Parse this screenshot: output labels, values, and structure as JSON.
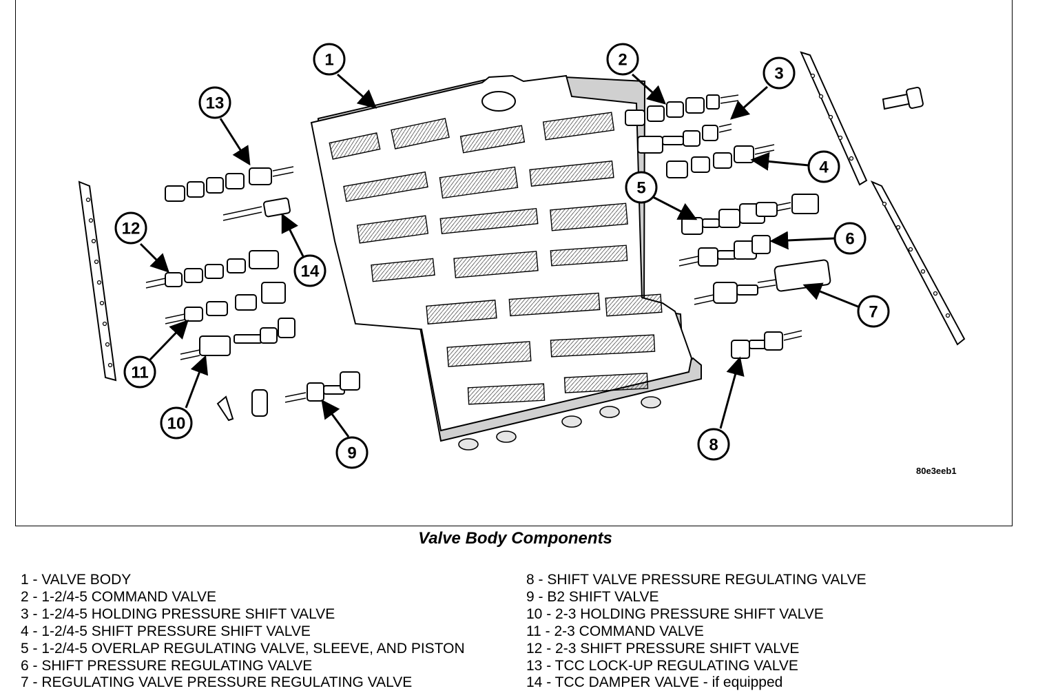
{
  "figure": {
    "caption": "Valve Body Components",
    "code": "80e3eeb1",
    "callouts": [
      "1",
      "2",
      "3",
      "4",
      "5",
      "6",
      "7",
      "8",
      "9",
      "10",
      "11",
      "12",
      "13",
      "14"
    ]
  },
  "legend": {
    "left": [
      "1 - VALVE BODY",
      "2 - 1-2/4-5 COMMAND VALVE",
      "3 - 1-2/4-5 HOLDING PRESSURE SHIFT VALVE",
      "4 - 1-2/4-5 SHIFT PRESSURE SHIFT VALVE",
      "5 - 1-2/4-5 OVERLAP REGULATING VALVE, SLEEVE, AND PISTON",
      "6 - SHIFT PRESSURE REGULATING VALVE",
      "7 - REGULATING VALVE PRESSURE REGULATING VALVE"
    ],
    "right": [
      "8 - SHIFT VALVE PRESSURE REGULATING VALVE",
      "9 - B2 SHIFT VALVE",
      "10 - 2-3 HOLDING PRESSURE SHIFT VALVE",
      "11 - 2-3 COMMAND VALVE",
      "12 - 2-3 SHIFT PRESSURE SHIFT VALVE",
      "13 - TCC LOCK-UP REGULATING VALVE",
      "14 - TCC DAMPER VALVE - if equipped"
    ]
  }
}
